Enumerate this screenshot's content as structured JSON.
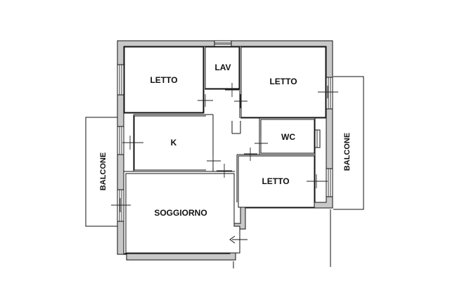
{
  "rooms": {
    "bedroom_1": "LETTO",
    "laundry": "LAV",
    "bedroom_2": "LETTO",
    "kitchen": "K",
    "bathroom": "WC",
    "bedroom_3": "LETTO",
    "living_room": "SOGGIORNO",
    "balcony_left": "BALCONE",
    "balcony_right": "BALCONE"
  }
}
